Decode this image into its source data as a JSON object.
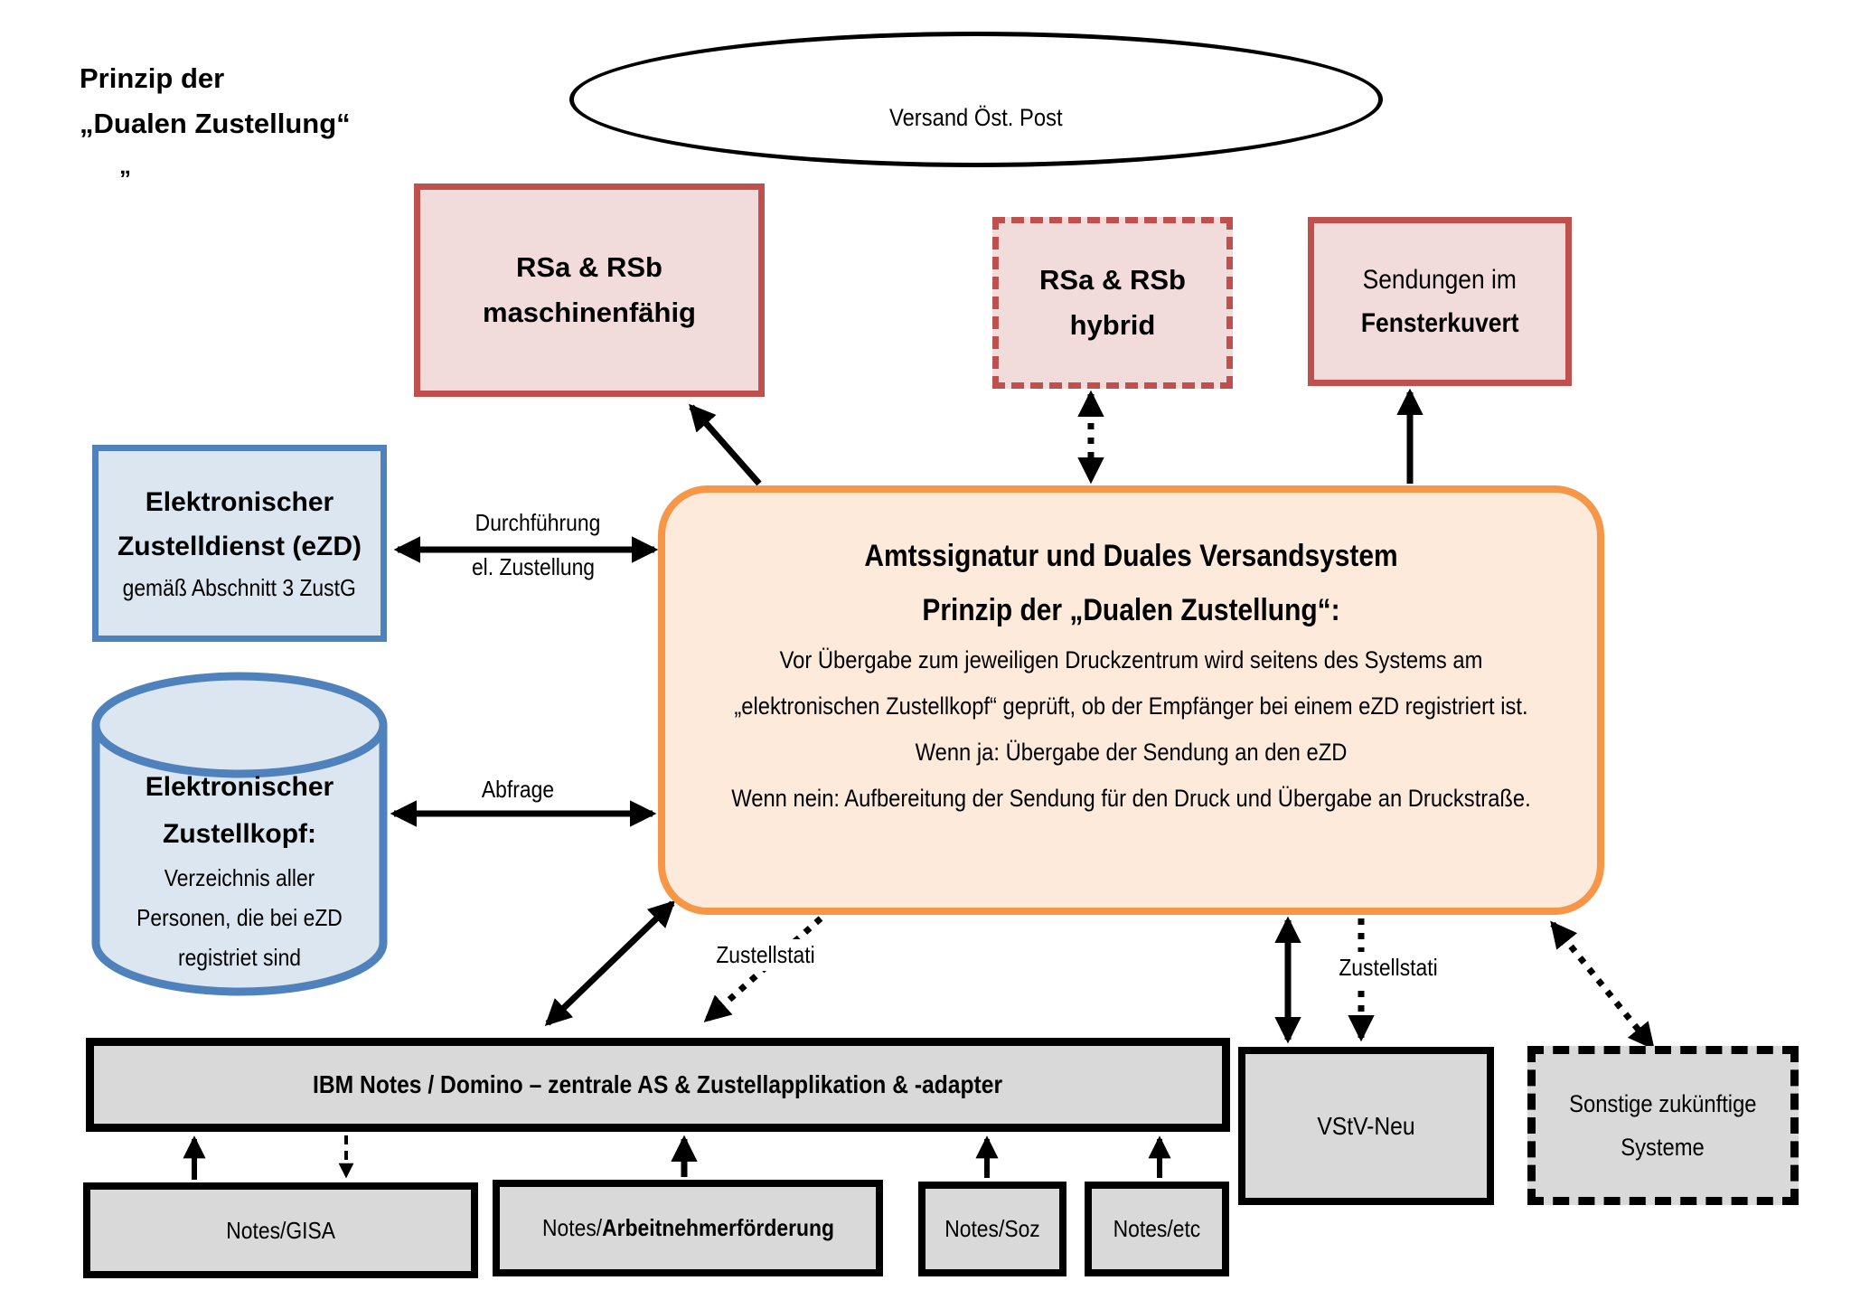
{
  "title": {
    "line1": "Prinzip der",
    "line2": "„Dualen Zustellung“",
    "stray_quote": "„"
  },
  "ellipse": {
    "label": "Versand Öst. Post"
  },
  "boxes": {
    "maschinenfaehig": {
      "line1": "RSa & RSb",
      "line2": "maschinenfähig"
    },
    "hybrid": {
      "line1": "RSa & RSb",
      "line2": "hybrid"
    },
    "fensterkuvert": {
      "line1": "Sendungen im",
      "line2": "Fensterkuvert"
    },
    "ezd": {
      "line1": "Elektronischer",
      "line2": "Zustelldienst (eZD)",
      "line3": "gemäß Abschnitt 3 ZustG"
    },
    "zustellkopf": {
      "line1": "Elektronischer",
      "line2": "Zustellkopf:",
      "line3": "Verzeichnis aller",
      "line4": "Personen, die bei eZD",
      "line5": "registriet sind"
    },
    "amtssignatur": {
      "title1": "Amtssignatur und Duales Versandsystem",
      "title2": "Prinzip der „Dualen Zustellung“:",
      "body1": "Vor Übergabe zum jeweiligen Druckzentrum wird seitens des Systems am",
      "body2": "„elektronischen Zustellkopf“ geprüft, ob der Empfänger bei einem eZD registriert ist.",
      "body3": "Wenn ja: Übergabe der Sendung an den eZD",
      "body4": "Wenn nein: Aufbereitung der Sendung für den Druck und Übergabe an Druckstraße."
    },
    "ibm_notes": {
      "label": "IBM Notes / Domino – zentrale AS & Zustellapplikation & -adapter"
    },
    "notes_gisa": {
      "label": "Notes/GISA"
    },
    "notes_arbeitnehmerfoerderung": {
      "prefix": "Notes/",
      "emphasis": "Arbeitnehmerförderung"
    },
    "notes_soz": {
      "label": "Notes/Soz"
    },
    "notes_etc": {
      "label": "Notes/etc"
    },
    "vstv_neu": {
      "label": "VStV-Neu"
    },
    "sonstige_systeme": {
      "line1": "Sonstige zukünftige",
      "line2": "Systeme"
    }
  },
  "edge_labels": {
    "durchfuehrung_line1": "Durchführung",
    "durchfuehrung_line2": "el. Zustellung",
    "abfrage": "Abfrage",
    "zustellstati_left": "Zustellstati",
    "zustellstati_right": "Zustellstati"
  },
  "colors": {
    "red_border": "#c0504d",
    "red_fill": "#f2dcdb",
    "blue_border": "#4f81bd",
    "blue_fill": "#dce6f1",
    "orange_border": "#f79646",
    "orange_fill": "#fdeada",
    "gray_fill": "#d9d9d9",
    "line": "#000000",
    "background": "#ffffff"
  }
}
